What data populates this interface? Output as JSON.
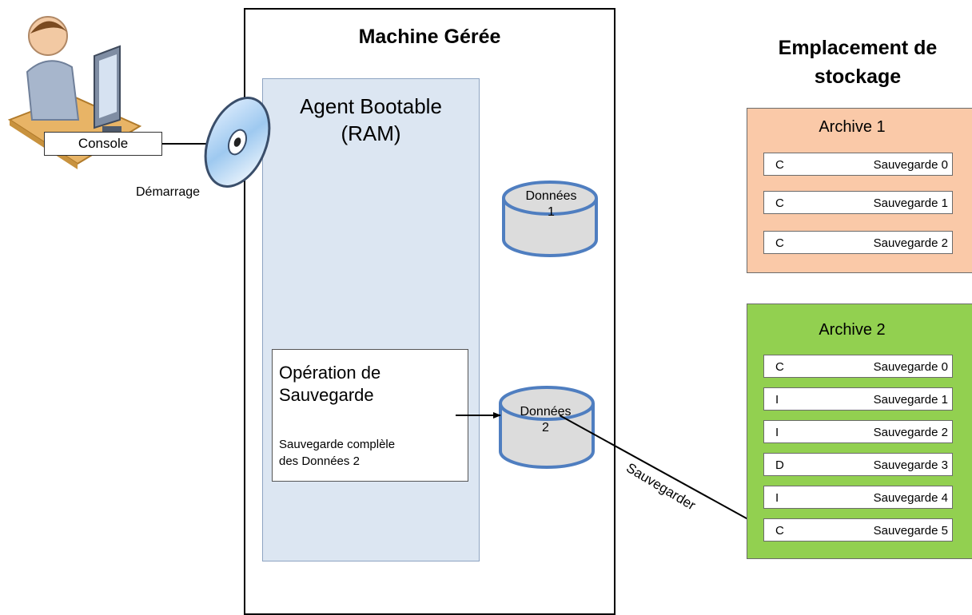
{
  "machine": {
    "title": "Machine Gérée"
  },
  "agent": {
    "title_line1": "Agent Bootable",
    "title_line2": "(RAM)"
  },
  "operation": {
    "title_line1": "Opération de",
    "title_line2": "Sauvegarde",
    "desc_line1": "Sauvegarde complèle",
    "desc_line2": "des Données 2"
  },
  "disks": [
    {
      "line1": "Données",
      "line2": "1"
    },
    {
      "line1": "Données",
      "line2": "2"
    }
  ],
  "console": {
    "label": "Console"
  },
  "boot": {
    "label": "Démarrage"
  },
  "arrow": {
    "label": "Sauvegarder"
  },
  "storage": {
    "title_line1": "Emplacement de",
    "title_line2": "stockage"
  },
  "archives": [
    {
      "title": "Archive 1",
      "color": "#fac9a8",
      "backups": [
        {
          "type": "C",
          "name": "Sauvegarde 0"
        },
        {
          "type": "C",
          "name": "Sauvegarde 1"
        },
        {
          "type": "C",
          "name": "Sauvegarde 2"
        }
      ]
    },
    {
      "title": "Archive 2",
      "color": "#92d050",
      "backups": [
        {
          "type": "C",
          "name": "Sauvegarde 0"
        },
        {
          "type": "I",
          "name": "Sauvegarde 1"
        },
        {
          "type": "I",
          "name": "Sauvegarde 2"
        },
        {
          "type": "D",
          "name": "Sauvegarde 3"
        },
        {
          "type": "I",
          "name": "Sauvegarde 4"
        },
        {
          "type": "C",
          "name": "Sauvegarde 5"
        }
      ]
    }
  ],
  "colors": {
    "agent_fill": "#dce6f2",
    "disk_fill": "#dcdcdc",
    "disk_stroke": "#4f7ec0"
  }
}
